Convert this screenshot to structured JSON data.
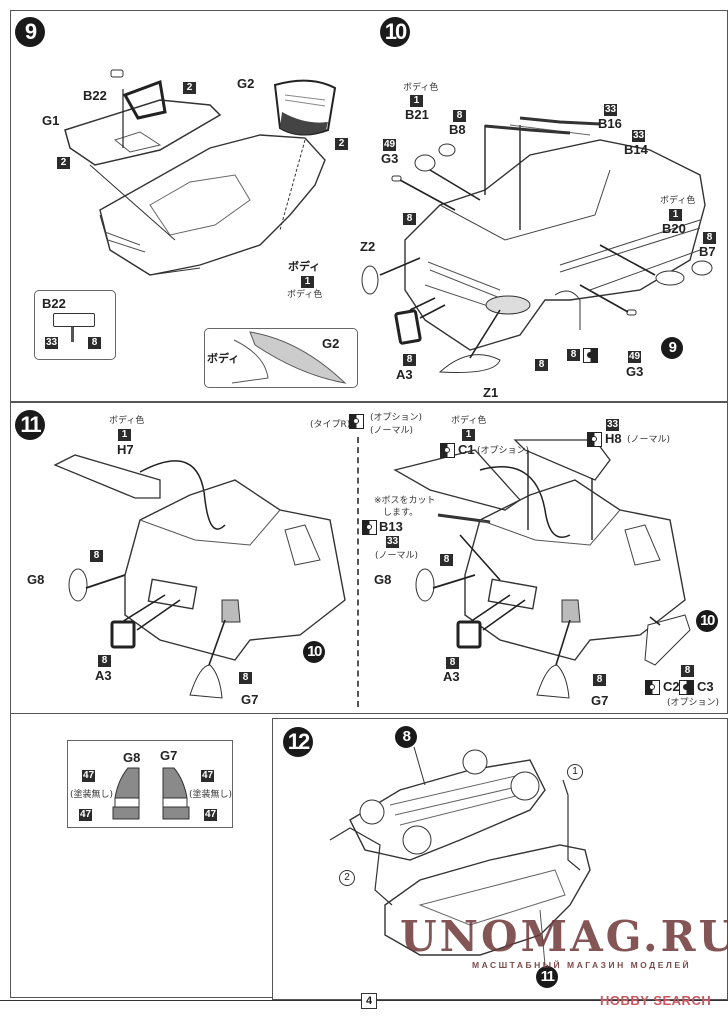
{
  "page": {
    "number": "4"
  },
  "watermark": {
    "title": "UNOMAG.RU",
    "subtitle": "МАСШТАБНЫЙ МАГАЗИН МОДЕЛЕЙ"
  },
  "footer_brand": "HOBBY SEARCH",
  "colors": {
    "ink": "#1a1a1a",
    "watermark": "#6e3737",
    "brand": "#c9555f",
    "smoke": "#8a8a8a"
  },
  "common": {
    "body": "ボディ",
    "body_color": "ボディ色",
    "option": "(オプション)",
    "normal": "(ノーマル)",
    "type_r": "(タイプR)",
    "no_paint": "(塗装無し)",
    "cut_boss": "※ボスをカット",
    "cut_boss2": "します。"
  },
  "steps": {
    "s9": {
      "number": "9",
      "parts": {
        "b22": "B22",
        "g1": "G1",
        "g2": "G2"
      },
      "paint": {
        "g1_frame": "2",
        "g1_bottom": "2",
        "g2": "2",
        "body": "1"
      },
      "inset_b22": {
        "part": "B22",
        "paint_stem": "33",
        "paint_mirror": "8"
      },
      "inset_g2": {
        "part": "G2",
        "body": "ボディ"
      }
    },
    "s10": {
      "number": "10",
      "parts": {
        "b21": "B21",
        "b8": "B8",
        "g3_left": "G3",
        "b16": "B16",
        "b14": "B14",
        "b20": "B20",
        "b7": "B7",
        "z2": "Z2",
        "a3": "A3",
        "z1": "Z1",
        "g3_right": "G3",
        "ref_step": "9"
      },
      "paint": {
        "b21": "1",
        "b8": "8",
        "g3_left": "49",
        "b16": "33",
        "b14": "33",
        "b20": "1",
        "b7": "8",
        "headlight": "8",
        "a3": "8",
        "grille": "8",
        "marker": "8",
        "g3_right": "49"
      }
    },
    "s11_left": {
      "number": "11",
      "parts": {
        "h7": "H7",
        "g8": "G8",
        "a3": "A3",
        "g7": "G7",
        "ref_step": "10"
      },
      "paint": {
        "h7": "1",
        "g8": "8",
        "a3": "8",
        "g7": "8"
      }
    },
    "s11_right": {
      "parts": {
        "c1": "C1",
        "h8": "H8",
        "b13": "B13",
        "g8": "G8",
        "a3": "A3",
        "g7": "G7",
        "c2": "C2",
        "c3": "C3",
        "ref_step": "10"
      },
      "paint": {
        "c1": "1",
        "h8": "33",
        "b13": "33",
        "g8": "8",
        "a3": "8",
        "g7": "8",
        "c3": "8"
      }
    },
    "tail_inset": {
      "g8": "G8",
      "g7": "G7",
      "paint": "47"
    },
    "s12": {
      "number": "12",
      "ref_chassis": "8",
      "ref_body": "11",
      "order_1": "1",
      "order_2": "2"
    }
  }
}
